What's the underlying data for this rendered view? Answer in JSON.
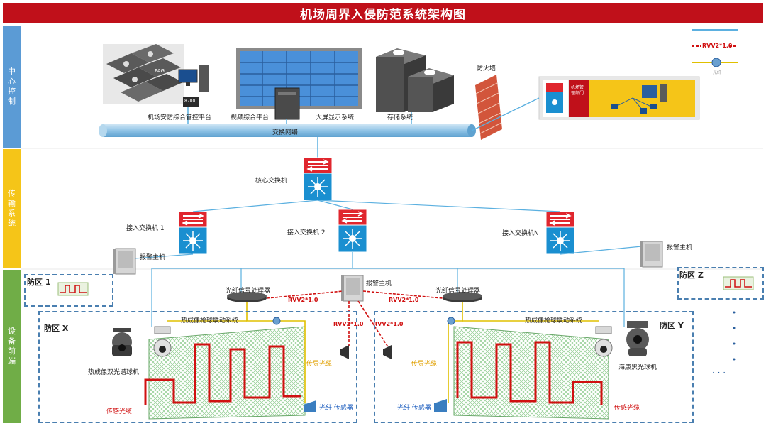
{
  "title": "机场周界入侵防范系统架构图",
  "sections": {
    "center": "中心控制",
    "transmission": "传输系统",
    "frontend": "设备前端"
  },
  "colors": {
    "title_bg": "#c0101a",
    "center_bg": "#5b9bd5",
    "transmission_bg": "#f5c518",
    "frontend_bg": "#70ad47",
    "fiber": "#e0c000",
    "rvv": "#d01010",
    "network_line": "#5bb0e0"
  },
  "legend": {
    "rvv": "RVV2*1.0",
    "sensor_label": "光纤"
  },
  "center": {
    "platform": "机场安防综合管控平台",
    "platform_badge": "PAG",
    "platform_screen": "8700",
    "video_platform": "视频综合平台",
    "big_screen": "大屏显示系统",
    "storage": "存储系统",
    "firewall": "防火墙",
    "network": "交换网络",
    "airport_dept": "机场管理部门"
  },
  "transmission": {
    "core_switch": "核心交换机",
    "access_1": "接入交换机 1",
    "access_2": "接入交换机 2",
    "access_n": "接入交换机N",
    "alarm_host_left": "报警主机",
    "alarm_host_right": "报警主机"
  },
  "frontend": {
    "zone_1": "防区 1",
    "zone_z": "防区 Z",
    "zone_x": "防区 X",
    "zone_y": "防区 Y",
    "fiber_processor_left": "光纤信号处理器",
    "fiber_processor_right": "光纤信号处理器",
    "alarm_host_center": "报警主机",
    "rvv_left": "RVV2*1.0",
    "rvv_right": "RVV2*1.0",
    "rvv_down_left": "RVV2*1.0",
    "rvv_down_right": "RVV2*1.0",
    "linkage_left": "热成像枪球联动系统",
    "linkage_right": "热成像枪球联动系统",
    "thermal_dome": "热成像双光谱球机",
    "hikvision_dome": "海康黑光球机",
    "sensing_cable_left": "传感光缆",
    "sensing_cable_right": "传感光缆",
    "guide_cable_left": "传导光缆",
    "guide_cable_right": "传导光缆",
    "fiber_sensor_left": "光纤 传感器",
    "fiber_sensor_right": "光纤 传感器",
    "ellipsis": "· · ·"
  }
}
